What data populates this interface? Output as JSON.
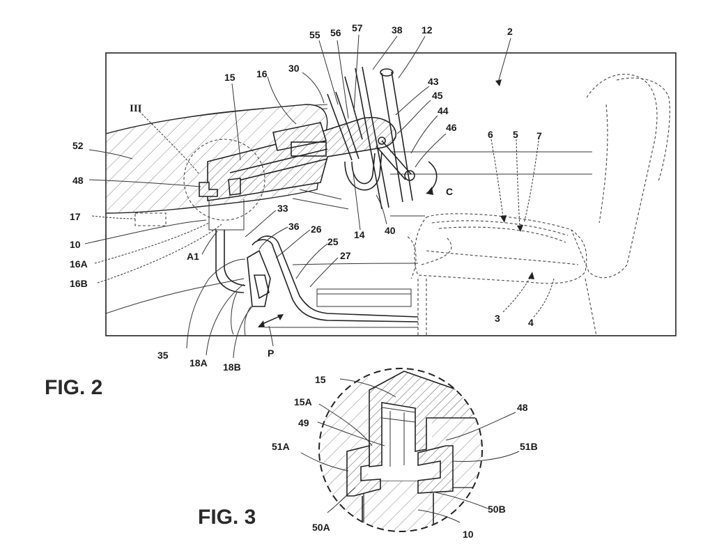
{
  "figures": {
    "fig2": "FIG. 2",
    "fig3": "FIG. 3"
  },
  "fig2_labels": {
    "l2": "2",
    "l12": "12",
    "l38": "38",
    "l57": "57",
    "l56": "56",
    "l55": "55",
    "l30": "30",
    "l16": "16",
    "l15": "15",
    "l43": "43",
    "l45": "45",
    "l44": "44",
    "l46": "46",
    "lIII": "III",
    "l52": "52",
    "l48": "48",
    "l17": "17",
    "l10": "10",
    "l16A": "16A",
    "l16B": "16B",
    "lA1": "A1",
    "l33": "33",
    "l36": "36",
    "l26": "26",
    "l25": "25",
    "l27": "27",
    "l14": "14",
    "l40": "40",
    "lC": "C",
    "l6": "6",
    "l5": "5",
    "l7": "7",
    "l3": "3",
    "l4": "4",
    "l35": "35",
    "l18A": "18A",
    "l18B": "18B",
    "lP": "P"
  },
  "fig3_labels": {
    "l15": "15",
    "l15A": "15A",
    "l49": "49",
    "l48": "48",
    "l51A": "51A",
    "l51B": "51B",
    "l50A": "50A",
    "l50B": "50B",
    "l10": "10"
  },
  "colors": {
    "line": "#222222",
    "background": "#ffffff"
  }
}
